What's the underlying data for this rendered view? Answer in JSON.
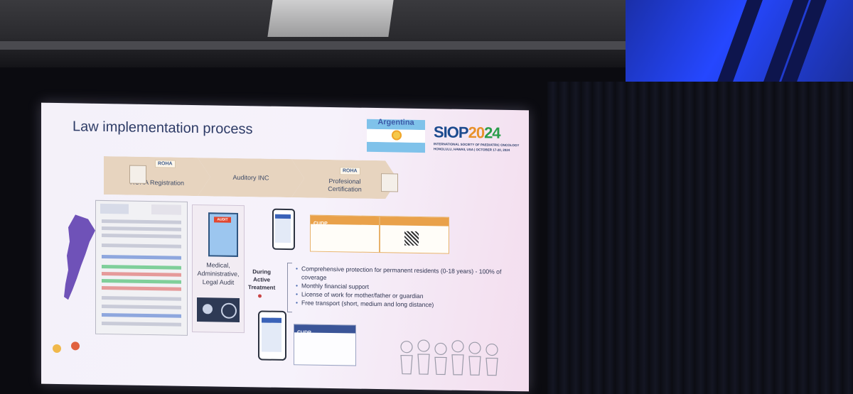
{
  "slide": {
    "title": "Law implementation process",
    "flag_label": "Argentina",
    "siop": {
      "logo_part1": "SIOP",
      "logo_part2": "20",
      "logo_part3": "24",
      "subtitle_line1": "INTERNATIONAL SOCIETY OF PAEDIATRIC ONCOLOGY",
      "subtitle_line2": "HONOLULU, HAWAII, USA | OCTOBER 17-20, 2024"
    },
    "steps": [
      {
        "label": "ROHA Registration",
        "badge": "ROHA"
      },
      {
        "label": "Auditory INC"
      },
      {
        "label_line1": "Profesional",
        "label_line2": "Certification",
        "badge": "ROHA"
      }
    ],
    "audit": {
      "tag": "AUDIT",
      "text_line1": "Medical,",
      "text_line2": "Administrative,",
      "text_line3": "Legal Audit"
    },
    "treatment": {
      "label_line1": "During",
      "label_line2": "Active",
      "label_line3": "Treatment",
      "benefits": [
        "Comprehensive protection for permanent residents (0-18 years) - 100% of coverage",
        "Monthly financial support",
        "License of work for mother/father or guardian",
        "Free transport (short, medium and long distance)"
      ]
    },
    "cards": {
      "cudp_label": "CUDP"
    }
  },
  "colors": {
    "title": "#2d3b66",
    "chevron": "#e7d4bf",
    "accent_orange": "#e9a14a",
    "accent_blue": "#3b5598"
  }
}
